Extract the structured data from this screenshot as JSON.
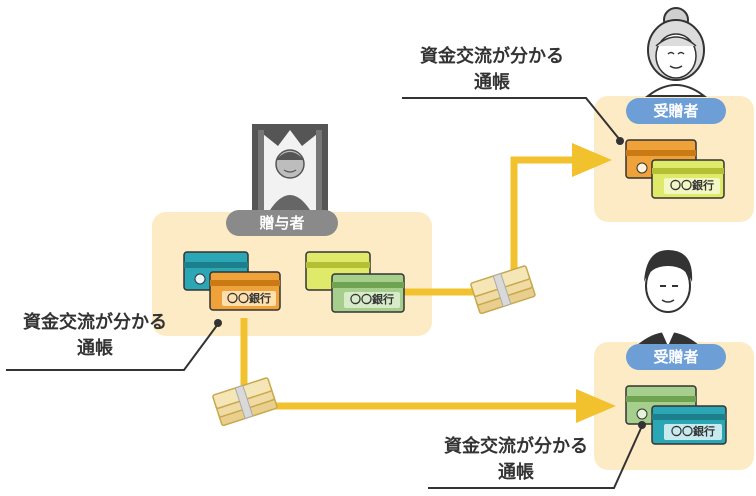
{
  "diagram": {
    "giver": {
      "label": "贈与者"
    },
    "recipients": [
      {
        "label": "受贈者"
      },
      {
        "label": "受贈者"
      }
    ],
    "bank_label": "〇〇銀行",
    "notes": [
      {
        "line1": "資金交流が分かる",
        "line2": "通帳"
      },
      {
        "line1": "資金交流が分かる",
        "line2": "通帳"
      },
      {
        "line1": "資金交流が分かる",
        "line2": "通帳"
      }
    ],
    "colors": {
      "panel": "#fdebc6",
      "arrow": "#f2c12e",
      "badge_giver": "#8a8a8a",
      "badge_recipient": "#6d9fd6",
      "card_teal": "#2aa6b5",
      "card_orange": "#f0a23a",
      "card_lime": "#dfe96a",
      "card_green": "#a6cf8e",
      "money": "#e8cf8e",
      "portrait_frame": "#555555"
    }
  }
}
